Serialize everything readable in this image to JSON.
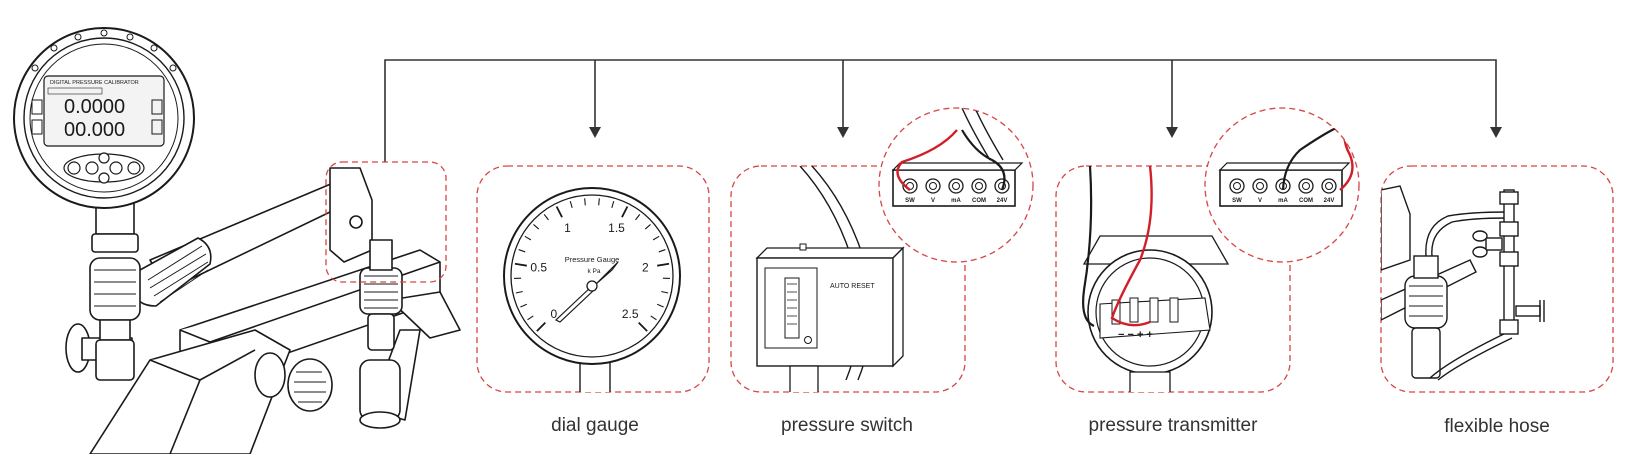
{
  "calibrator": {
    "header_text": "DIGITAL PRESSURE CALIBRATOR",
    "readout_top": "0.0000",
    "readout_bottom": "00.000"
  },
  "dial_gauge": {
    "title": "Pressure Gauge",
    "unit": "k Pa",
    "ticks": [
      "0",
      "0.5",
      "1",
      "1.5",
      "2",
      "2.5"
    ],
    "caption": "dial gauge"
  },
  "pressure_switch": {
    "label": "AUTO RESET",
    "caption": "pressure switch"
  },
  "pressure_transmitter": {
    "polarity": "− − + +",
    "caption": "pressure transmitter"
  },
  "flexible_hose": {
    "caption": "flexible hose"
  },
  "terminals": [
    "SW",
    "V",
    "mA",
    "COM",
    "24V"
  ],
  "colors": {
    "dashed_frame": "#d64545",
    "wire_red": "#d11f2a",
    "wire_black": "#1a1a1a",
    "line": "#333333"
  }
}
